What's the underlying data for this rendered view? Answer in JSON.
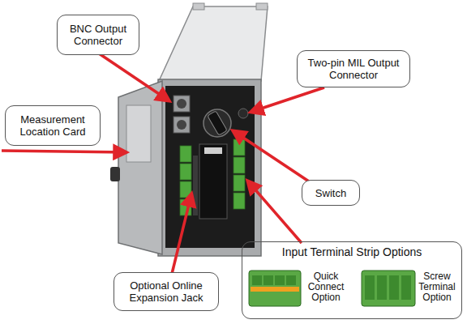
{
  "diagram": {
    "nodes": [
      {
        "text": [
          "BNC Output Connector"
        ]
      },
      {
        "text": [
          "Two-pin MIL Output Connector"
        ]
      },
      {
        "text": [
          "Measurement Location Card"
        ]
      },
      {
        "text": [
          "Switch"
        ]
      },
      {
        "text": [
          "Optional Online Expansion Jack"
        ]
      },
      {
        "text": [
          "Input Terminal Strip Options",
          "Quick Connect Option",
          "Screw Terminal Option"
        ]
      }
    ]
  }
}
